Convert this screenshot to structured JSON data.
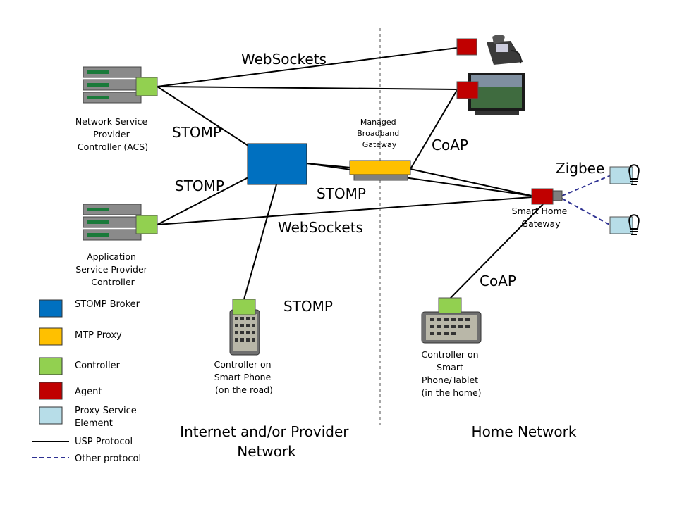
{
  "protocol_labels": {
    "websockets_top": "WebSockets",
    "stomp_upper": "STOMP",
    "stomp_left": "STOMP",
    "stomp_mid": "STOMP",
    "websockets_mid": "WebSockets",
    "stomp_phone": "STOMP",
    "coap_gateway": "CoAP",
    "zigbee": "Zigbee",
    "coap_tablet": "CoAP"
  },
  "nodes": {
    "acs": [
      "Network Service",
      "Provider",
      "Controller (ACS)"
    ],
    "app_controller": [
      "Application",
      "Service Provider",
      "Controller"
    ],
    "managed_gateway": [
      "Managed",
      "Broadband",
      "Gateway"
    ],
    "smart_home_gateway": [
      "Smart Home",
      "Gateway"
    ],
    "phone_road": [
      "Controller on",
      "Smart Phone",
      "(on the road)"
    ],
    "tablet_home": [
      "Controller on",
      "Smart",
      "Phone/Tablet",
      "(in the home)"
    ]
  },
  "regions": {
    "internet": [
      "Internet and/or Provider",
      "Network"
    ],
    "home": "Home Network"
  },
  "legend": {
    "stomp_broker": "STOMP Broker",
    "mtp_proxy": "MTP Proxy",
    "controller": "Controller",
    "agent": "Agent",
    "proxy_element": [
      "Proxy Service",
      "Element"
    ],
    "usp_protocol": "USP Protocol",
    "other_protocol": "Other protocol"
  },
  "colors": {
    "stomp_broker": "#0070c0",
    "mtp_proxy": "#ffc000",
    "controller": "#92d050",
    "agent": "#c00000",
    "proxy_element": "#b7dde8",
    "other_protocol_line": "#2e3192"
  },
  "icons": [
    "server-rack-icon",
    "desk-phone-icon",
    "television-icon",
    "smart-phone-icon",
    "tablet-icon",
    "light-bulb-icon"
  ]
}
